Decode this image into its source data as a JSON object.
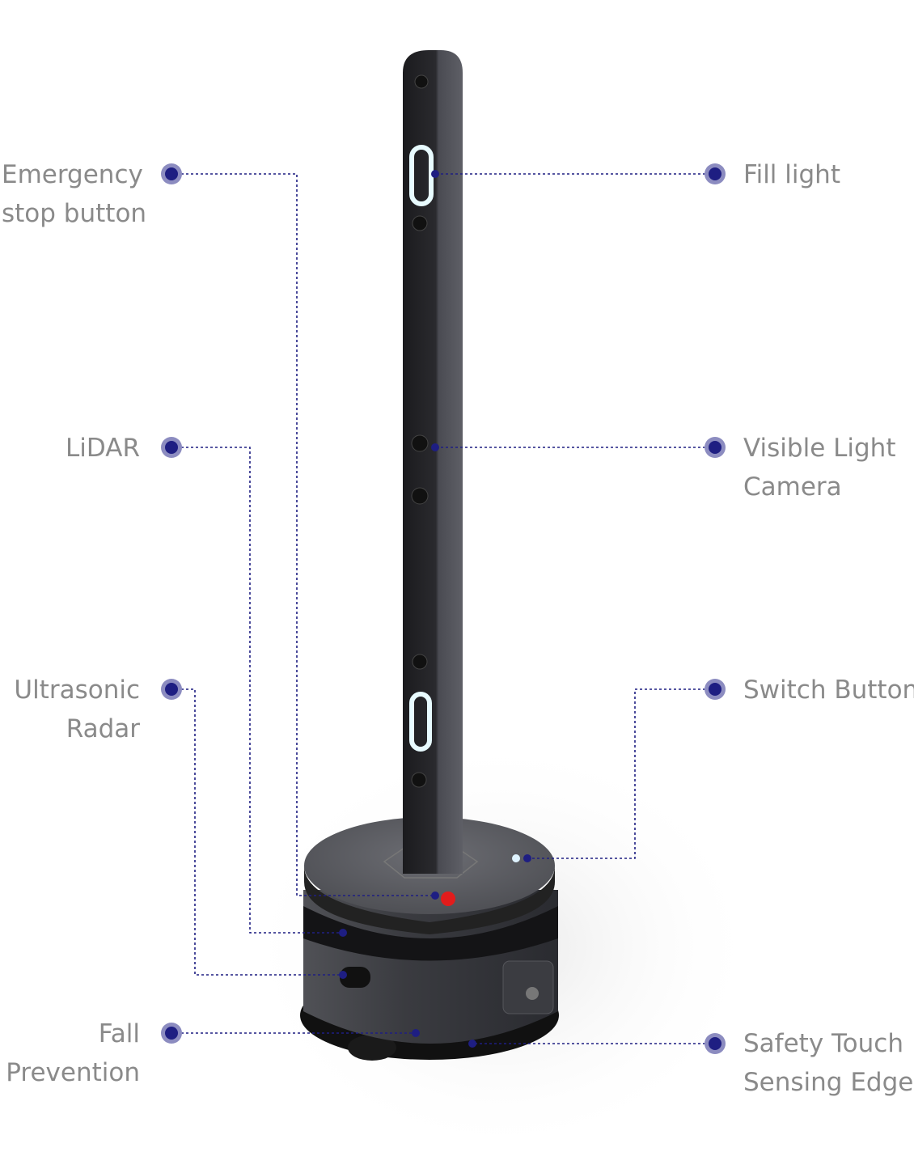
{
  "labels": {
    "emergency_stop": "Emergency\nstop button",
    "lidar": "LiDAR",
    "ultrasonic": "Ultrasonic\nRadar",
    "fall_prevention": "Fall\nPrevention",
    "fill_light": "Fill light",
    "visible_camera": " Visible Light\nCamera",
    "switch_button": "Switch Button",
    "safety_edge": "Safety Touch\nSensing Edge"
  },
  "colors": {
    "dot": "#1e1e82",
    "dot_halo": "#8c8cc0",
    "line": "#1e1e82",
    "label": "#8a8a8a"
  }
}
